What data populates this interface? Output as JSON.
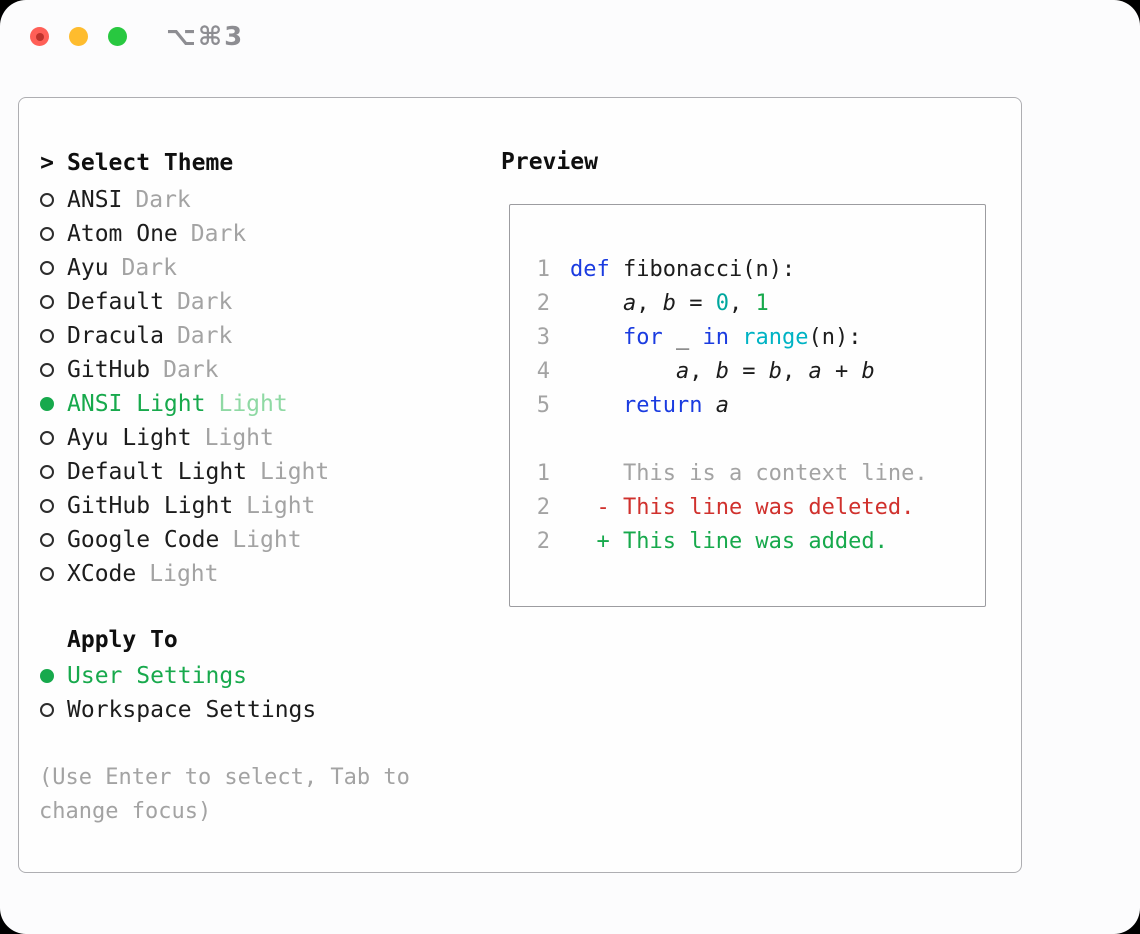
{
  "window": {
    "shortcut": "⌥⌘3",
    "traffic_lights": [
      {
        "name": "close"
      },
      {
        "name": "minimize"
      },
      {
        "name": "zoom"
      }
    ]
  },
  "theme_selector": {
    "prompt": ">",
    "title": "Select Theme",
    "themes": [
      {
        "name": "ANSI",
        "variant": "Dark",
        "selected": false
      },
      {
        "name": "Atom One",
        "variant": "Dark",
        "selected": false
      },
      {
        "name": "Ayu",
        "variant": "Dark",
        "selected": false
      },
      {
        "name": "Default",
        "variant": "Dark",
        "selected": false
      },
      {
        "name": "Dracula",
        "variant": "Dark",
        "selected": false
      },
      {
        "name": "GitHub",
        "variant": "Dark",
        "selected": false
      },
      {
        "name": "ANSI Light",
        "variant": "Light",
        "selected": true
      },
      {
        "name": "Ayu Light",
        "variant": "Light",
        "selected": false
      },
      {
        "name": "Default Light",
        "variant": "Light",
        "selected": false
      },
      {
        "name": "GitHub Light",
        "variant": "Light",
        "selected": false
      },
      {
        "name": "Google Code",
        "variant": "Light",
        "selected": false
      },
      {
        "name": "XCode",
        "variant": "Light",
        "selected": false
      }
    ],
    "apply_to": {
      "title": "Apply To",
      "options": [
        {
          "label": "User Settings",
          "selected": true
        },
        {
          "label": "Workspace Settings",
          "selected": false
        }
      ]
    },
    "hint_line1": "(Use Enter to select, Tab to",
    "hint_line2": "change focus)"
  },
  "preview": {
    "title": "Preview",
    "code_lines": [
      {
        "num": "1",
        "segments": [
          {
            "text": "def",
            "style": "kw"
          },
          {
            "text": " fibonacci(n):",
            "style": "plain"
          }
        ]
      },
      {
        "num": "2",
        "segments": [
          {
            "text": "    ",
            "style": "plain"
          },
          {
            "text": "a",
            "style": "var"
          },
          {
            "text": ", ",
            "style": "plain"
          },
          {
            "text": "b",
            "style": "var"
          },
          {
            "text": " = ",
            "style": "plain"
          },
          {
            "text": "0",
            "style": "teal"
          },
          {
            "text": ", ",
            "style": "plain"
          },
          {
            "text": "1",
            "style": "green"
          }
        ]
      },
      {
        "num": "3",
        "segments": [
          {
            "text": "    ",
            "style": "plain"
          },
          {
            "text": "for",
            "style": "kw"
          },
          {
            "text": " _ ",
            "style": "plain"
          },
          {
            "text": "in",
            "style": "kw"
          },
          {
            "text": " ",
            "style": "plain"
          },
          {
            "text": "range",
            "style": "fn"
          },
          {
            "text": "(n):",
            "style": "plain"
          }
        ]
      },
      {
        "num": "4",
        "segments": [
          {
            "text": "        ",
            "style": "plain"
          },
          {
            "text": "a",
            "style": "var"
          },
          {
            "text": ", ",
            "style": "plain"
          },
          {
            "text": "b",
            "style": "var"
          },
          {
            "text": " = ",
            "style": "plain"
          },
          {
            "text": "b",
            "style": "var"
          },
          {
            "text": ", ",
            "style": "plain"
          },
          {
            "text": "a",
            "style": "var"
          },
          {
            "text": " + ",
            "style": "plain"
          },
          {
            "text": "b",
            "style": "var"
          }
        ]
      },
      {
        "num": "5",
        "segments": [
          {
            "text": "    ",
            "style": "plain"
          },
          {
            "text": "return",
            "style": "kw"
          },
          {
            "text": " ",
            "style": "plain"
          },
          {
            "text": "a",
            "style": "var"
          }
        ]
      }
    ],
    "diff_lines": [
      {
        "num": "1",
        "text": "    This is a context line.",
        "style": "ctx"
      },
      {
        "num": "2",
        "text": "  - This line was deleted.",
        "style": "del"
      },
      {
        "num": "2",
        "text": "  + This line was added.",
        "style": "add"
      }
    ]
  },
  "colors": {
    "accent_green": "#17a94c",
    "accent_green_light": "#8fd9a4",
    "keyword_blue": "#1a3be0",
    "function_cyan": "#00b3c4",
    "number_teal": "#00a79e",
    "deleted_red": "#d0312d",
    "muted_gray": "#a3a3a3",
    "text_black": "#1c1c1c",
    "traffic_red": "#ff5f57",
    "traffic_yellow": "#febc2e",
    "traffic_green": "#28c840"
  }
}
